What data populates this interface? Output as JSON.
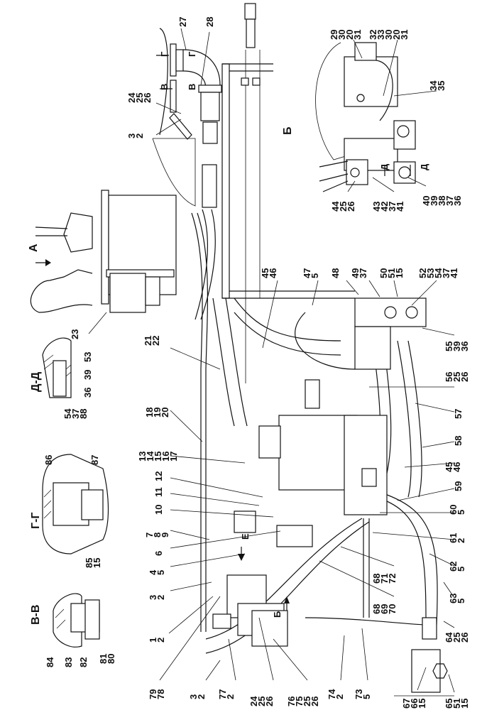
{
  "drawing": {
    "title": "Hydraulic control assembly — general view with sections",
    "view_labels": {
      "view_a": "А",
      "view_b": "Б",
      "view_b_arrow": "Б",
      "view_e": "Е",
      "sec_g_top": "Г",
      "sec_g_top2": "Г",
      "sec_v_top": "В",
      "sec_v_top2": "В",
      "sec_d": "Д",
      "sec_d2": "Д"
    },
    "sections": [
      {
        "title": "Д-Д",
        "callouts": [
          "36",
          "39",
          "53",
          "54\n37\n88"
        ]
      },
      {
        "title": "Г-Г",
        "callouts": [
          "86",
          "87",
          "85\n15"
        ]
      },
      {
        "title": "В-В",
        "callouts": [
          "84",
          "83",
          "82",
          "81\n80"
        ]
      }
    ],
    "callouts": {
      "c27": "27",
      "c28": "28",
      "c24_25_26_top": "24\n25\n26",
      "c3_2_top": "3\n2",
      "c29_30_20_31": "29\n30\n20\n31",
      "c32_33_30_20_31": "32\n33\n30\n20\n31",
      "c34_35": "34\n35",
      "c40_39_38_37_36": "40\n39\n38\n37\n36",
      "c43_42_37_41": "43\n42\n37\n41",
      "c44_25_26": "44\n25\n26",
      "c23": "23",
      "c21_22": "21\n22",
      "c45_46_top": "45\n46",
      "c47_5": "47\n5",
      "c48": "48",
      "c49_37": "49\n37",
      "c50_51_15": "50\n51\n15",
      "c52_53_54_37_41": "52\n53\n54\n37\n41",
      "c55_39_36": "55\n39\n36",
      "c56_25_26": "56\n25\n26",
      "c57": "57",
      "c58": "58",
      "c45_46_right": "45\n46",
      "c59": "59",
      "c60_5": "60\n5",
      "c61_2": "61\n2",
      "c62_5": "62\n5",
      "c63_5": "63\n5",
      "c64_25_26": "64\n25\n26",
      "c65_51_15": "65\n51\n15",
      "c67_66_15": "67\n66\n15",
      "c73_5": "73\n5",
      "c74_2": "74\n2",
      "c68_71_72": "68\n71\n72",
      "c68_69_70": "68\n69\n70",
      "c76_75_25_26": "76\n75\n25\n26",
      "c24_25_26_bot": "24\n25\n26",
      "c77_2": "77\n2",
      "c3_2_bot": "3\n2",
      "c79_78": "79\n78",
      "c1_2": "1\n2",
      "c3_2_mid": "3\n2",
      "c4_5": "4\n5",
      "c6": "6",
      "c7_8_9": "7\n8\n9",
      "c10": "10",
      "c11": "11",
      "c12": "12",
      "c13_17": "13\n14\n15\n16\n17",
      "c18_19_20": "18\n19\n20"
    }
  }
}
